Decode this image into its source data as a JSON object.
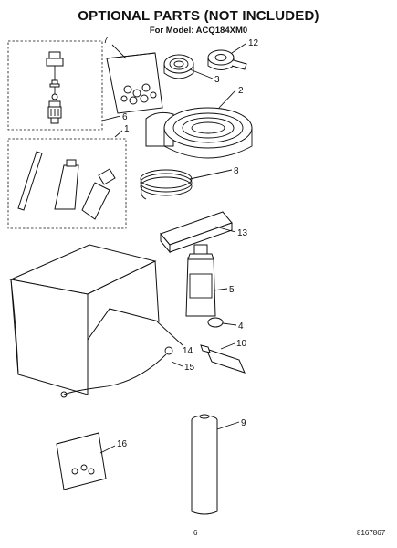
{
  "title": "OPTIONAL PARTS (NOT INCLUDED)",
  "subtitle": "For Model: ACQ184XM0",
  "callouts": {
    "c1": "1",
    "c2": "2",
    "c3": "3",
    "c4": "4",
    "c5": "5",
    "c6": "6",
    "c7": "7",
    "c8": "8",
    "c9": "9",
    "c10": "10",
    "c12": "12",
    "c13": "13",
    "c14": "14",
    "c15": "15",
    "c16": "16"
  },
  "footer": {
    "page_number": "6",
    "doc_number": "8167867"
  }
}
